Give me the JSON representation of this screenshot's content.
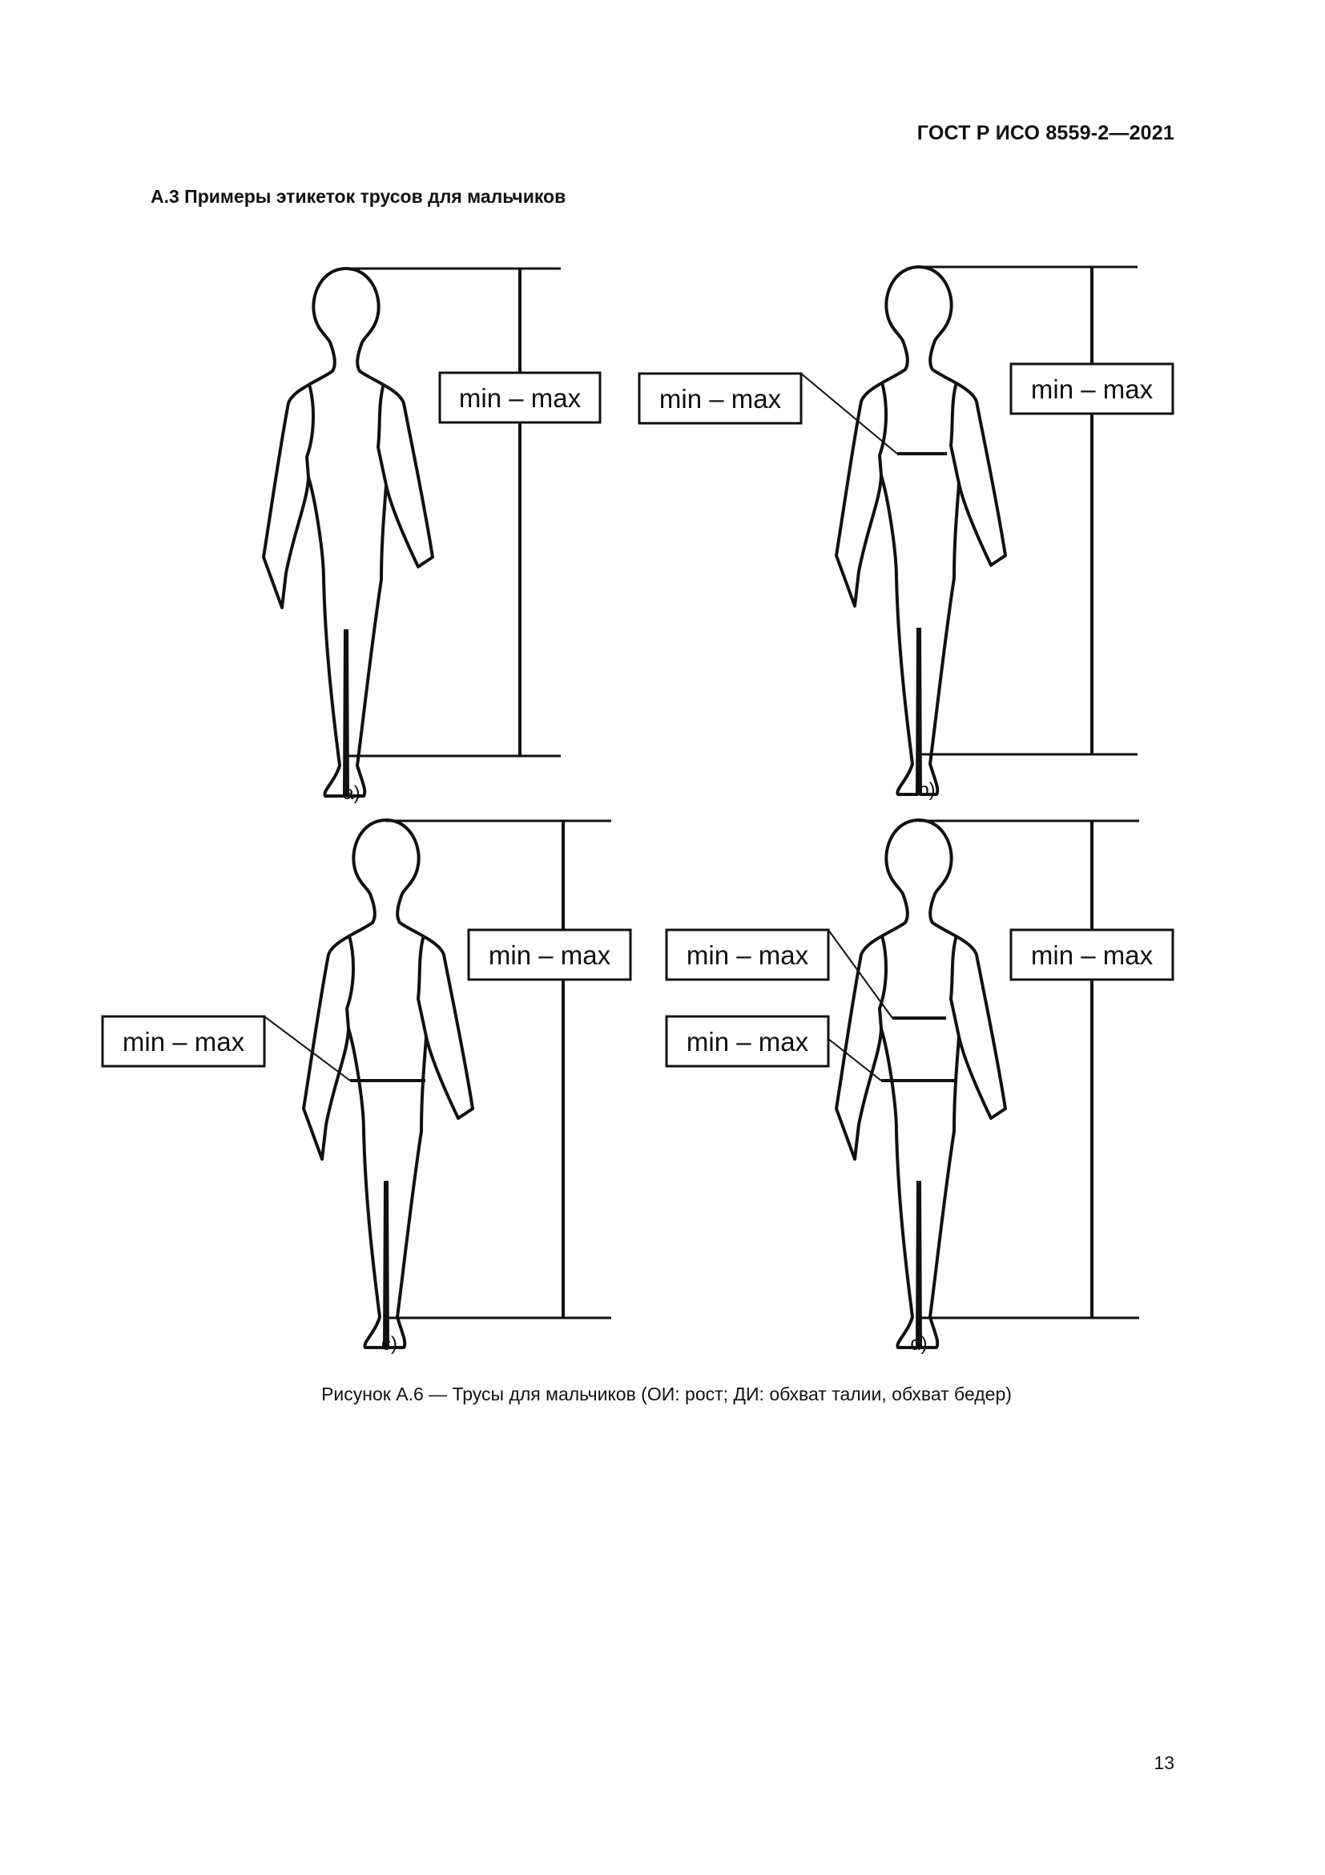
{
  "document": {
    "standard": "ГОСТ Р ИСО 8559-2—2021",
    "section_title": "А.3 Примеры этикеток трусов для мальчиков",
    "figure_caption": "Рисунок А.6 — Трусы для мальчиков (ОИ: рост; ДИ: обхват талии, обхват бедер)",
    "page_number": "13"
  },
  "figure": {
    "panels": [
      {
        "label": "a)",
        "labels": [
          "min – max"
        ]
      },
      {
        "label": "b)",
        "labels": [
          "min – max",
          "min – max"
        ]
      },
      {
        "label": "c)",
        "labels": [
          "min – max",
          "min – max"
        ]
      },
      {
        "label": "d)",
        "labels": [
          "min – max",
          "min – max",
          "min – max"
        ]
      }
    ]
  }
}
